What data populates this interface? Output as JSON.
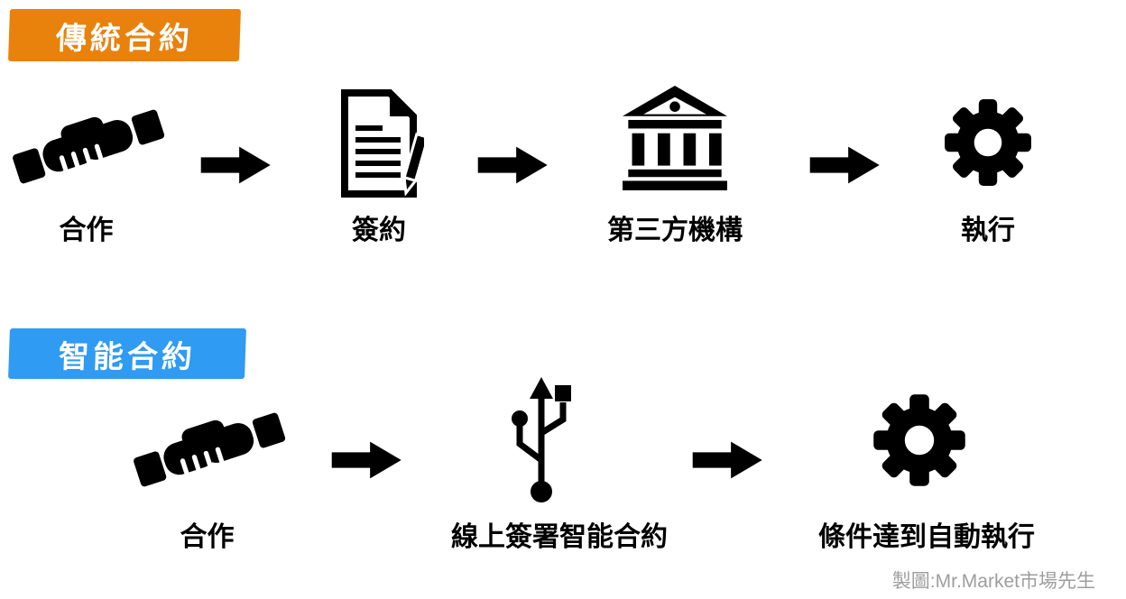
{
  "diagram": {
    "traditional": {
      "badge": "傳統合約",
      "badge_color": "#E8820D",
      "arrow_color": "#F2A154",
      "steps": [
        {
          "label": "合作",
          "icon": "handshake-icon"
        },
        {
          "label": "簽約",
          "icon": "signed-document-icon"
        },
        {
          "label": "第三方機構",
          "icon": "bank-icon"
        },
        {
          "label": "執行",
          "icon": "gear-icon"
        }
      ]
    },
    "smart": {
      "badge": "智能合約",
      "badge_color": "#2F9BF2",
      "arrow_color": "#0E72B8",
      "steps": [
        {
          "label": "合作",
          "icon": "handshake-icon"
        },
        {
          "label": "線上簽署智能合約",
          "icon": "usb-icon"
        },
        {
          "label": "條件達到自動執行",
          "icon": "gear-icon"
        }
      ]
    },
    "credit": "製圖:Mr.Market市場先生"
  }
}
